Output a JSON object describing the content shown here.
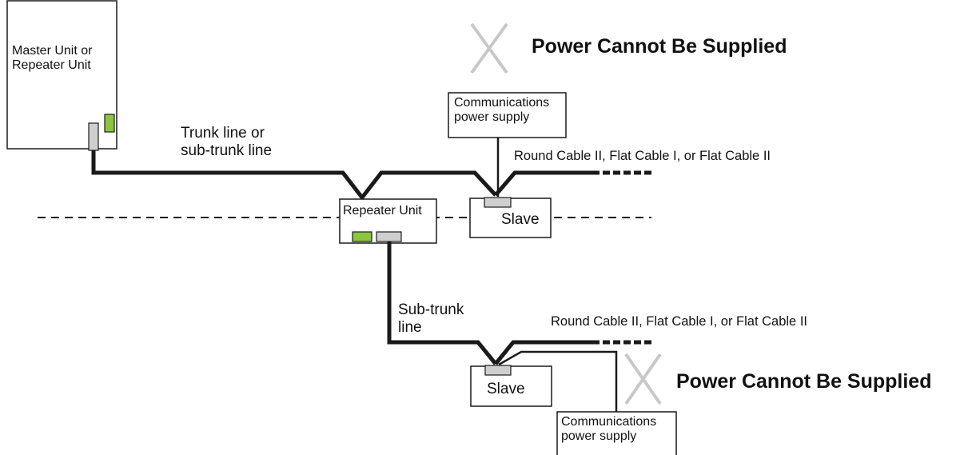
{
  "labels": {
    "master_unit": "Master Unit or\nRepeater Unit",
    "trunk_line": "Trunk line or\nsub-trunk line",
    "repeater_unit": "Repeater Unit",
    "sub_trunk_line": "Sub-trunk\nline",
    "comm_power_top": "Communications\npower supply",
    "comm_power_bottom": "Communications\npower supply",
    "slave_top": "Slave",
    "slave_bottom": "Slave",
    "cable_top": "Round Cable II, Flat Cable I, or Flat Cable II",
    "cable_bottom": "Round Cable II, Flat Cable I, or Flat Cable II",
    "warning_top": "Power Cannot Be Supplied",
    "warning_bottom": "Power Cannot Be Supplied"
  },
  "colors": {
    "line": "#1a1a1a",
    "connector_gray": "#cfcfcf",
    "connector_green": "#8cc63f",
    "cross": "#c8c8c8"
  }
}
